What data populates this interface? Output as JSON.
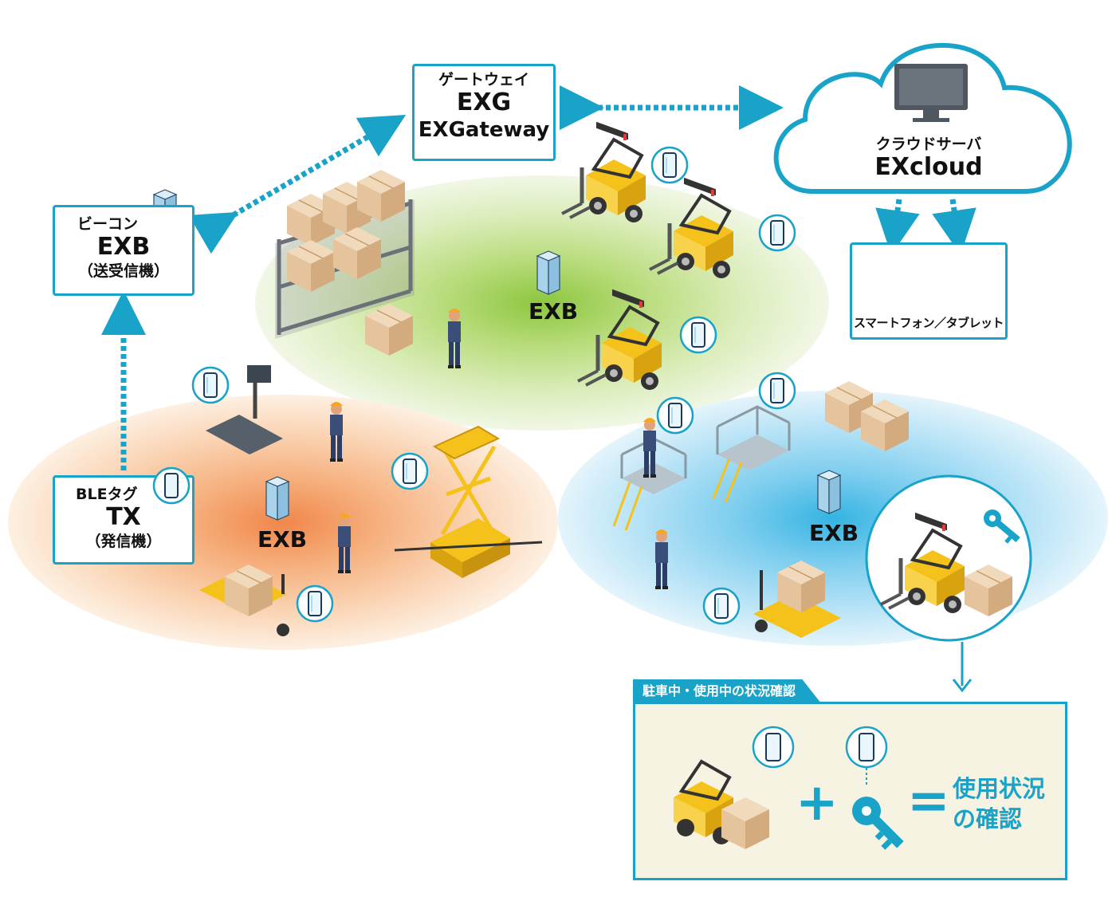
{
  "gateway": {
    "kana": "ゲートウェイ",
    "code": "EXG",
    "name": "EXGateway"
  },
  "beacon": {
    "kana": "ビーコン",
    "code": "EXB",
    "role": "（送受信機）"
  },
  "tag": {
    "kana": "BLEタグ",
    "code": "TX",
    "role": "（発信機）"
  },
  "cloud": {
    "kana": "クラウドサーバ",
    "name": "EXcloud"
  },
  "devices": {
    "label": "スマートフォン／タブレット"
  },
  "zones": {
    "green": "EXB",
    "orange": "EXB",
    "blue": "EXB"
  },
  "status": {
    "title": "駐車中・使用中の状況確認",
    "plus": "+",
    "equals": "=",
    "result_line1": "使用状況",
    "result_line2": "の確認"
  },
  "colors": {
    "accent": "#1aa3c9",
    "green_zone": "#9fcf5a",
    "orange_zone": "#f29a55",
    "blue_zone": "#4fbfe6",
    "forklift": "#f4c21a"
  }
}
